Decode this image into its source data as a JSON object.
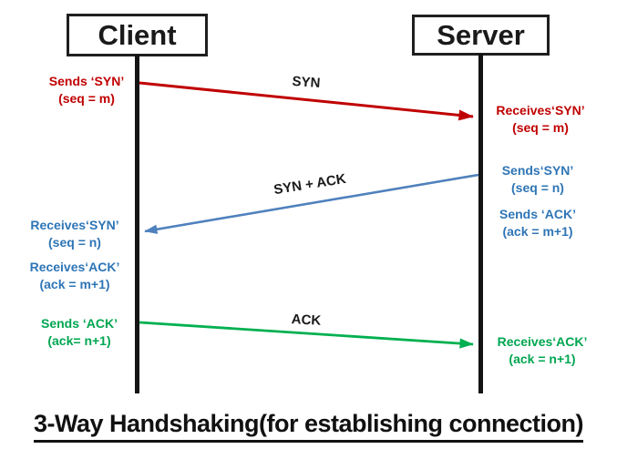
{
  "diagram": {
    "title": "3-Way Handshaking(for establishing connection)",
    "actors": [
      {
        "label": "Client"
      },
      {
        "label": "Server"
      }
    ],
    "messages": [
      {
        "label": "SYN",
        "from": "Client",
        "to": "Server",
        "color": "#c00000"
      },
      {
        "label": "SYN + ACK",
        "from": "Server",
        "to": "Client",
        "color": "#4f81bd"
      },
      {
        "label": "ACK",
        "from": "Client",
        "to": "Server",
        "color": "#00b050"
      }
    ],
    "client_notes": [
      {
        "line1": "Sends ‘SYN’",
        "line2": "(seq = m)",
        "color": "#c00000"
      },
      {
        "line1": "Receives‘SYN’",
        "line2": "(seq = n)",
        "color": "#2e75b6"
      },
      {
        "line1": "Receives‘ACK’",
        "line2": "(ack = m+1)",
        "color": "#2e75b6"
      },
      {
        "line1": "Sends ‘ACK’",
        "line2": "(ack= n+1)",
        "color": "#00a651"
      }
    ],
    "server_notes": [
      {
        "line1": "Receives‘SYN’",
        "line2": "(seq = m)",
        "color": "#c00000"
      },
      {
        "line1": "Sends‘SYN’",
        "line2": "(seq = n)",
        "color": "#2e75b6"
      },
      {
        "line1": "Sends ‘ACK’",
        "line2": "(ack = m+1)",
        "color": "#2e75b6"
      },
      {
        "line1": "Receives‘ACK’",
        "line2": "(ack = n+1)",
        "color": "#00a651"
      }
    ],
    "colors": {
      "red": "#c00000",
      "blue_text": "#2e75b6",
      "blue_arrow": "#4f81bd",
      "green_text": "#00a651",
      "green_arrow": "#00b050",
      "black": "#1a1a1a"
    }
  }
}
